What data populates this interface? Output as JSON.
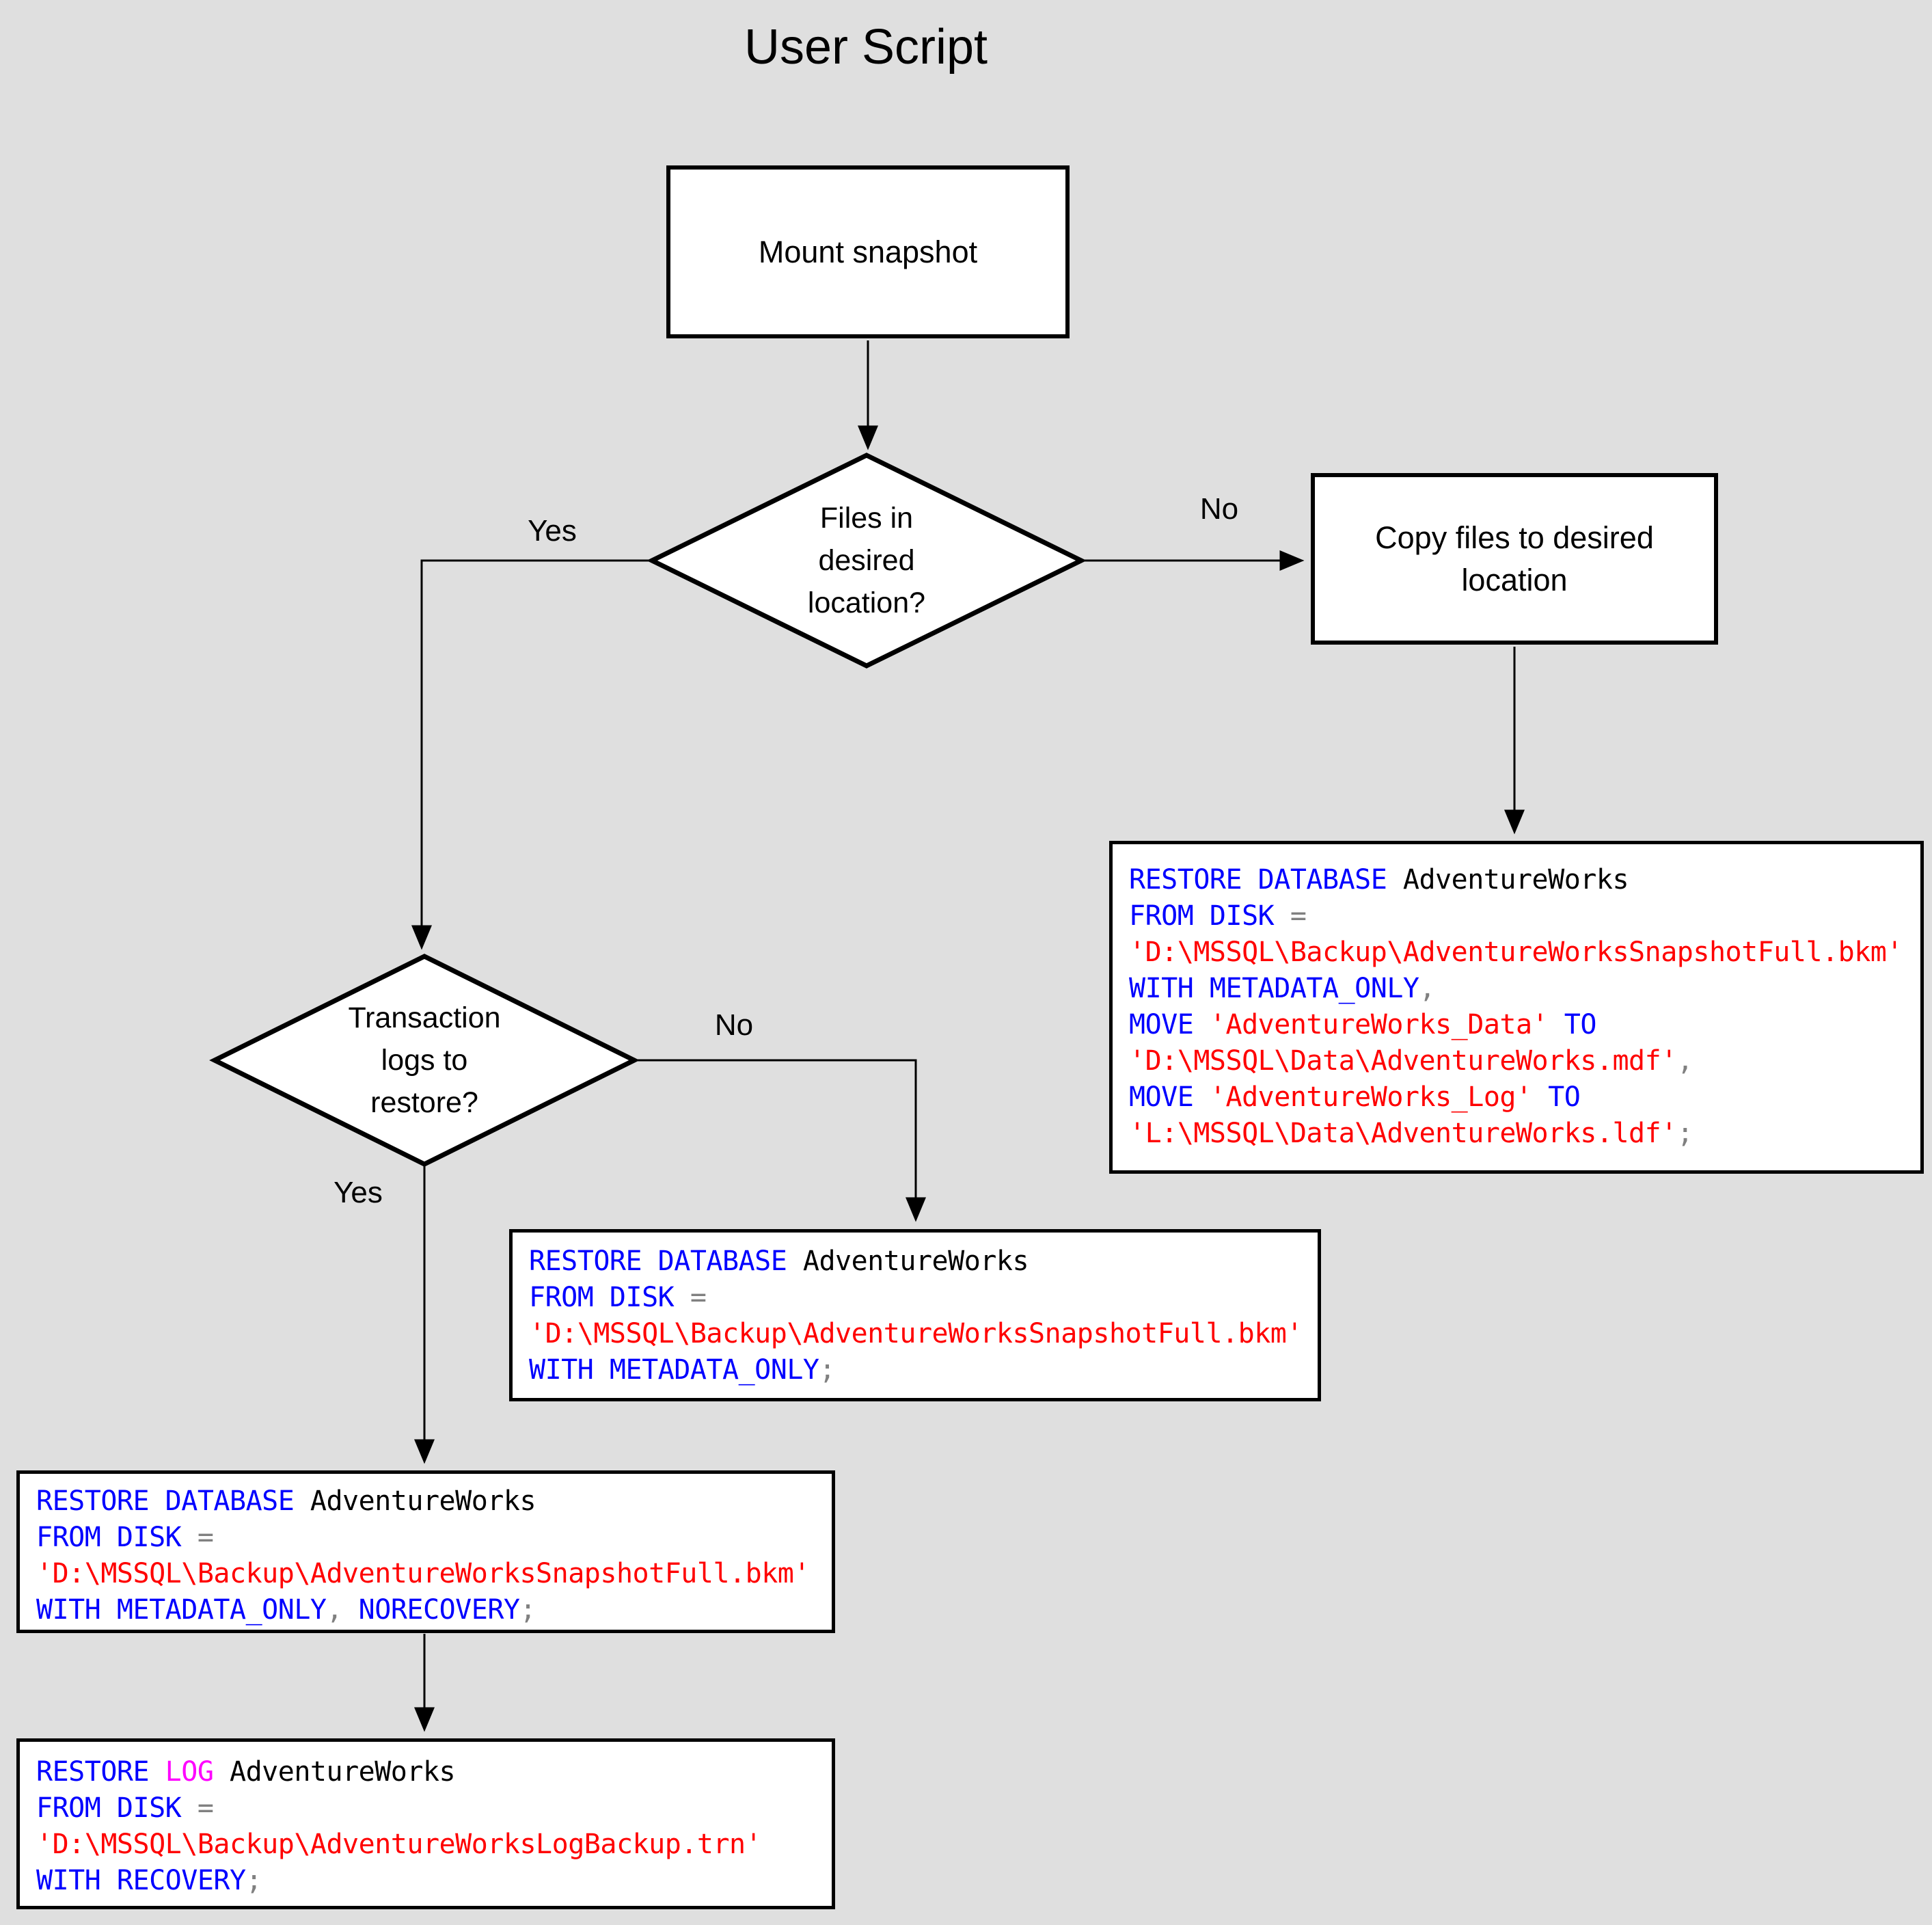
{
  "title": "User Script",
  "palette": {
    "keyword": "#0000ff",
    "string": "#ff0000",
    "operator": "#808080",
    "special": "#ff00ff",
    "plain": "#000000"
  },
  "nodes": {
    "mount_snapshot": {
      "label": "Mount snapshot"
    },
    "files_decision": {
      "label": "Files in\ndesired\nlocation?"
    },
    "copy_files": {
      "label": "Copy files to desired\nlocation"
    },
    "logs_decision": {
      "label": "Transaction\nlogs to\nrestore?"
    }
  },
  "labels": {
    "files_yes": "Yes",
    "files_no": "No",
    "logs_yes": "Yes",
    "logs_no": "No"
  },
  "sql": {
    "restore_with_move": {
      "lines": [
        [
          [
            "RESTORE DATABASE",
            "keyword"
          ],
          [
            " AdventureWorks",
            "plain"
          ]
        ],
        [
          [
            "FROM DISK",
            "keyword"
          ],
          [
            " ",
            "plain"
          ],
          [
            "=",
            "operator"
          ]
        ],
        [
          [
            "'D:\\MSSQL\\Backup\\AdventureWorksSnapshotFull.bkm'",
            "string"
          ]
        ],
        [
          [
            "WITH METADATA_ONLY",
            "keyword"
          ],
          [
            ",",
            "operator"
          ]
        ],
        [
          [
            "MOVE",
            "keyword"
          ],
          [
            " ",
            "plain"
          ],
          [
            "'AdventureWorks_Data'",
            "string"
          ],
          [
            " ",
            "plain"
          ],
          [
            "TO",
            "keyword"
          ]
        ],
        [
          [
            "'D:\\MSSQL\\Data\\AdventureWorks.mdf'",
            "string"
          ],
          [
            ",",
            "operator"
          ]
        ],
        [
          [
            "MOVE",
            "keyword"
          ],
          [
            " ",
            "plain"
          ],
          [
            "'AdventureWorks_Log'",
            "string"
          ],
          [
            " ",
            "plain"
          ],
          [
            "TO",
            "keyword"
          ]
        ],
        [
          [
            "'L:\\MSSQL\\Data\\AdventureWorks.ldf'",
            "string"
          ],
          [
            ";",
            "operator"
          ]
        ]
      ]
    },
    "restore_metadata_only": {
      "lines": [
        [
          [
            "RESTORE DATABASE",
            "keyword"
          ],
          [
            " AdventureWorks",
            "plain"
          ]
        ],
        [
          [
            "FROM DISK",
            "keyword"
          ],
          [
            " ",
            "plain"
          ],
          [
            "=",
            "operator"
          ]
        ],
        [
          [
            "'D:\\MSSQL\\Backup\\AdventureWorksSnapshotFull.bkm'",
            "string"
          ]
        ],
        [
          [
            "WITH METADATA_ONLY",
            "keyword"
          ],
          [
            ";",
            "operator"
          ]
        ]
      ]
    },
    "restore_norecovery": {
      "lines": [
        [
          [
            "RESTORE DATABASE",
            "keyword"
          ],
          [
            " AdventureWorks",
            "plain"
          ]
        ],
        [
          [
            "FROM DISK",
            "keyword"
          ],
          [
            " ",
            "plain"
          ],
          [
            "=",
            "operator"
          ]
        ],
        [
          [
            "'D:\\MSSQL\\Backup\\AdventureWorksSnapshotFull.bkm'",
            "string"
          ]
        ],
        [
          [
            "WITH METADATA_ONLY",
            "keyword"
          ],
          [
            ",",
            "operator"
          ],
          [
            " ",
            "plain"
          ],
          [
            "NORECOVERY",
            "keyword"
          ],
          [
            ";",
            "operator"
          ]
        ]
      ]
    },
    "restore_log": {
      "lines": [
        [
          [
            "RESTORE ",
            "keyword"
          ],
          [
            "LOG",
            "special"
          ],
          [
            " AdventureWorks",
            "plain"
          ]
        ],
        [
          [
            "FROM DISK",
            "keyword"
          ],
          [
            " ",
            "plain"
          ],
          [
            "=",
            "operator"
          ]
        ],
        [
          [
            "'D:\\MSSQL\\Backup\\AdventureWorksLogBackup.trn'",
            "string"
          ]
        ],
        [
          [
            "WITH RECOVERY",
            "keyword"
          ],
          [
            ";",
            "operator"
          ]
        ]
      ]
    }
  }
}
